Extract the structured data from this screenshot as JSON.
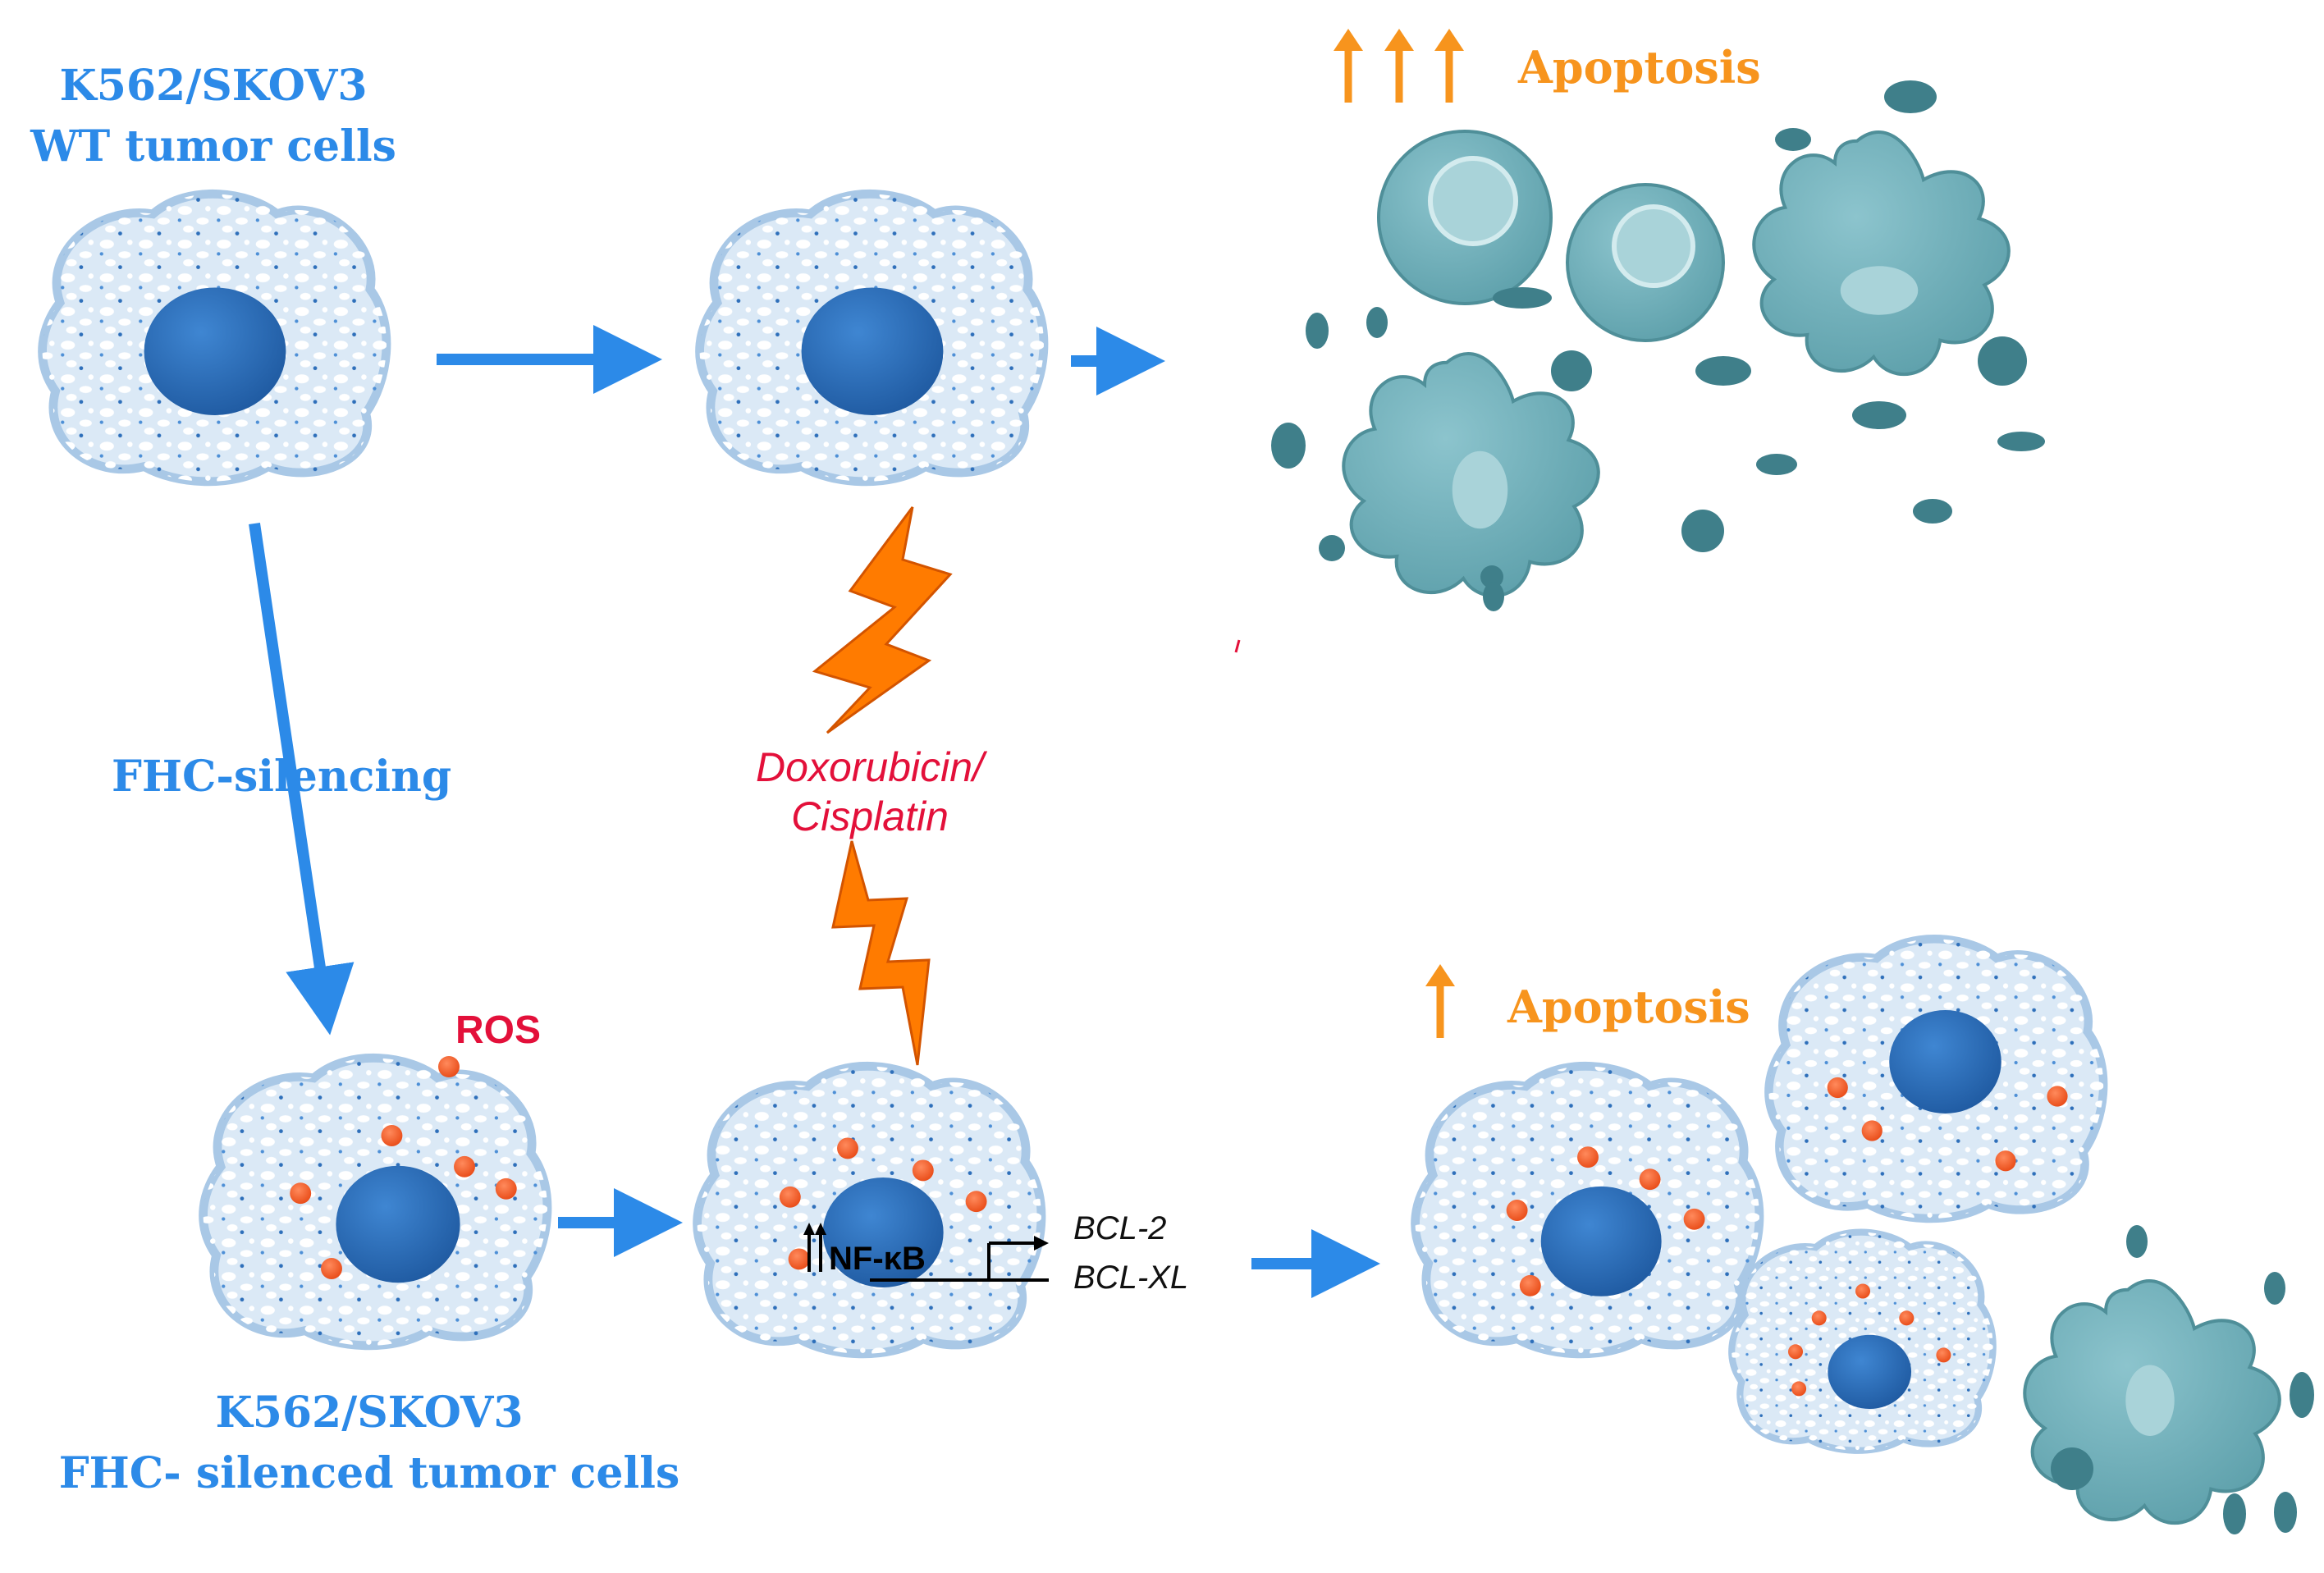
{
  "labels": {
    "wt_line1": "K562/SKOV3",
    "wt_line2": "WT tumor cells",
    "silencing": "FHC-silencing",
    "silenced_line1": "K562/SKOV3",
    "silenced_line2": "FHC- silenced tumor cells",
    "ros": "ROS",
    "drug_line1": "Doxorubicin/",
    "drug_line2": "Cisplatin",
    "nfkb": "NF-κB",
    "bcl2": "BCL-2",
    "bclxl": "BCL-XL",
    "apoptosis_top": "Apoptosis",
    "apoptosis_bottom": "Apoptosis"
  },
  "colors": {
    "arrow_blue": "#2c8ae8",
    "apoptosis_orange": "#f7941d",
    "drug_red": "#e3103a",
    "cell_body": "#dbe9f6",
    "cell_outline": "#a9c8e6",
    "nucleus": "#2e6fba",
    "ros_dot": "#f15a24",
    "apoptotic_cell": "#6fb0bb",
    "apoptotic_dark": "#3f7f8a",
    "lightning": "#ff7b00"
  },
  "apoptosis_arrows": {
    "top_count": 3,
    "bottom_count": 1
  }
}
